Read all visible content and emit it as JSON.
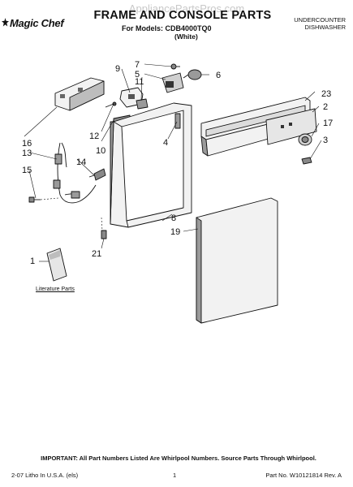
{
  "header": {
    "watermark": "AppliancePartsPros.com",
    "brand": "Magic Chef",
    "title": "FRAME AND CONSOLE PARTS",
    "models": "For Models: CDB4000TQ0",
    "color": "(White)",
    "product_line1": "UNDERCOUNTER",
    "product_line2": "DISHWASHER"
  },
  "callouts": [
    "1",
    "2",
    "3",
    "4",
    "5",
    "6",
    "7",
    "8",
    "9",
    "10",
    "11",
    "12",
    "13",
    "14",
    "15",
    "16",
    "17",
    "19",
    "21",
    "23"
  ],
  "literature_label": "Literature Parts",
  "footer": {
    "notice": "IMPORTANT: All Part Numbers Listed Are Whirlpool Numbers. Source Parts Through Whirlpool.",
    "left": "2-07 Litho In U.S.A. (els)",
    "page": "1",
    "right": "Part No. W10121814 Rev. A"
  },
  "colors": {
    "ink": "#111111",
    "part_fill": "#f2f2f2",
    "part_shade": "#9a9a9a",
    "watermark": "#c8c8c8"
  }
}
